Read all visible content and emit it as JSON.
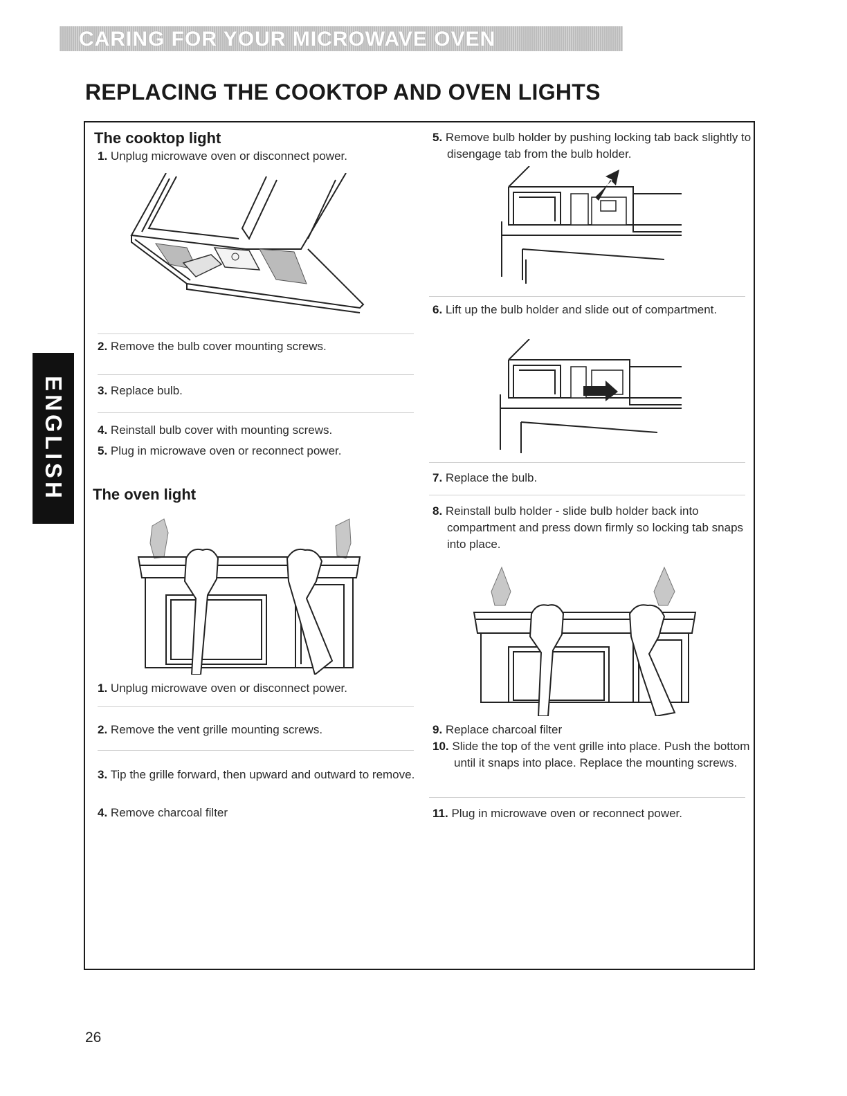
{
  "header": {
    "banner": "CARING FOR YOUR MICROWAVE OVEN",
    "title": "REPLACING THE COOKTOP AND OVEN LIGHTS"
  },
  "side_tab": "ENGLISH",
  "left": {
    "cooktop_heading": "The cooktop light",
    "cooktop_steps": [
      {
        "num": "1.",
        "text": "Unplug microwave oven or disconnect power."
      },
      {
        "num": "2.",
        "text": "Remove the bulb cover mounting screws."
      },
      {
        "num": "3.",
        "text": "Replace bulb."
      },
      {
        "num": "4.",
        "text": "Reinstall bulb cover with mounting screws."
      },
      {
        "num": "5.",
        "text": "Plug in microwave oven or reconnect power."
      }
    ],
    "oven_heading": "The oven light",
    "oven_steps": [
      {
        "num": "1.",
        "text": "Unplug microwave oven or disconnect power."
      },
      {
        "num": "2.",
        "text": "Remove the vent grille mounting screws."
      },
      {
        "num": "3.",
        "text": "Tip the grille forward, then upward and outward to remove."
      },
      {
        "num": "4.",
        "text": "Remove charcoal filter"
      }
    ]
  },
  "right": {
    "steps": [
      {
        "num": "5.",
        "text": "Remove bulb holder by pushing locking tab back slightly to disengage tab from the bulb holder."
      },
      {
        "num": "6.",
        "text": "Lift up the bulb holder and slide out of compartment."
      },
      {
        "num": "7.",
        "text": "Replace the bulb."
      },
      {
        "num": "8.",
        "text": "Reinstall bulb holder - slide bulb holder back into compartment and press down firmly so locking tab snaps into place."
      },
      {
        "num": "9.",
        "text": "Replace charcoal filter"
      },
      {
        "num": "10.",
        "text": "Slide the top of the vent grille into place. Push the bottom until it snaps into place. Replace the mounting screws."
      },
      {
        "num": "11.",
        "text": "Plug in microwave oven or reconnect power."
      }
    ]
  },
  "footer": {
    "page_number": "26"
  }
}
